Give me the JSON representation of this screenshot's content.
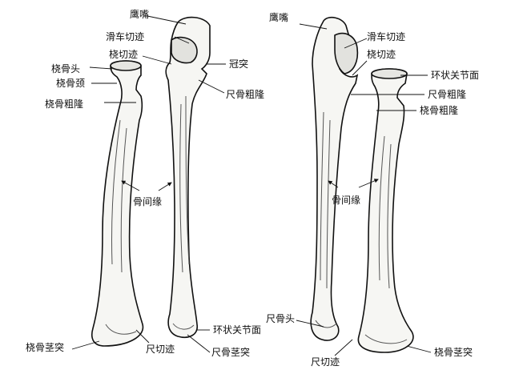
{
  "labels": {
    "olecranon_left": "鹰嘴",
    "trochlear_notch_left": "滑车切迹",
    "radial_notch_left": "桡切迹",
    "coronoid_process": "冠突",
    "ulnar_tuberosity_left": "尺骨粗隆",
    "radial_head_left": "桡骨头",
    "radial_neck": "桡骨颈",
    "radial_tuberosity_left": "桡骨粗隆",
    "interosseous_border_left": "骨间缘",
    "radial_styloid_left": "桡骨茎突",
    "ulnar_notch_left": "尺切迹",
    "articular_circumference_left": "环状关节面",
    "ulnar_styloid": "尺骨茎突",
    "olecranon_right": "鹰嘴",
    "trochlear_notch_right": "滑车切迹",
    "radial_notch_right": "桡切迹",
    "articular_circumference_right": "环状关节面",
    "ulnar_tuberosity_right": "尺骨粗隆",
    "radial_tuberosity_right": "桡骨粗隆",
    "interosseous_border_right": "骨间缘",
    "ulnar_head": "尺骨头",
    "ulnar_notch_right": "尺切迹",
    "radial_styloid_right": "桡骨茎突"
  },
  "colors": {
    "ink": "#111111",
    "bone": "#f6f6f3",
    "shade": "#555555"
  }
}
